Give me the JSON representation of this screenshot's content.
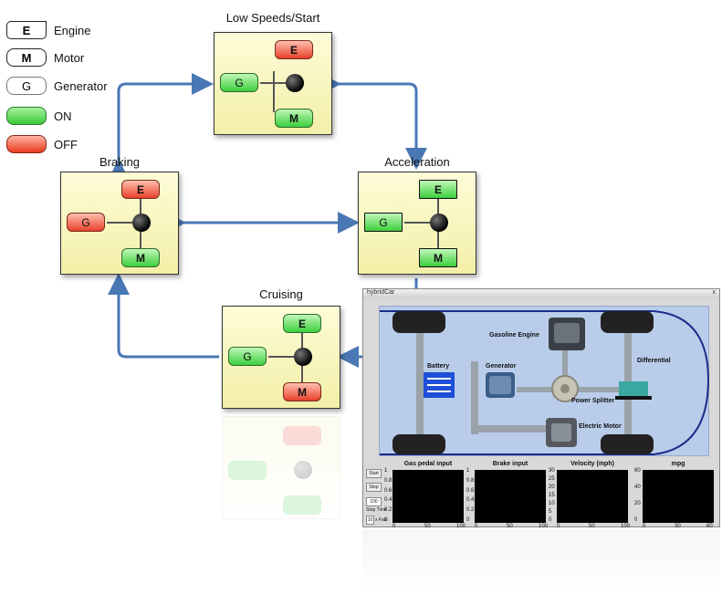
{
  "legend": [
    {
      "code": "E",
      "label": "Engine",
      "style": "plain"
    },
    {
      "code": "M",
      "label": "Motor",
      "style": "plain"
    },
    {
      "code": "G",
      "label": "Generator",
      "style": "plain"
    },
    {
      "code": "",
      "label": "ON",
      "style": "on"
    },
    {
      "code": "",
      "label": "OFF",
      "style": "off"
    }
  ],
  "states": {
    "low_speeds": {
      "title": "Low Speeds/Start",
      "engine": "E",
      "generator": "G",
      "motor": "M"
    },
    "braking": {
      "title": "Braking",
      "engine": "E",
      "generator": "G",
      "motor": "M"
    },
    "acceleration": {
      "title": "Acceleration",
      "engine": "E",
      "generator": "G",
      "motor": "M"
    },
    "cruising": {
      "title": "Cruising",
      "engine": "E",
      "generator": "G",
      "motor": "M"
    }
  },
  "colors": {
    "arrow": "#4a78b5",
    "on": "#3ccf3c",
    "off": "#e8402a",
    "panel": "#f6f2b4"
  },
  "simulator": {
    "window_title": "hybridCar",
    "close": "x",
    "components": {
      "engine": "Gasoline Engine",
      "battery": "Battery",
      "generator": "Generator",
      "differential": "Differential",
      "splitter": "Power Splitter",
      "motor": "Electric Motor"
    },
    "controls": {
      "start": "Start",
      "stop": "Stop",
      "stop_time_value": "100",
      "stop_time": "Stop Time",
      "speed_value": "10",
      "speed": "x Fast"
    },
    "plots": [
      {
        "label": "Gas pedal input",
        "yticks": [
          "1",
          "0.8",
          "0.6",
          "0.4",
          "0.2",
          "0"
        ],
        "xticks": [
          "0",
          "50",
          "100"
        ]
      },
      {
        "label": "Brake input",
        "yticks": [
          "1",
          "0.8",
          "0.6",
          "0.4",
          "0.2",
          "0"
        ],
        "xticks": [
          "0",
          "50",
          "100"
        ]
      },
      {
        "label": "Velocity (mph)",
        "yticks": [
          "30",
          "25",
          "20",
          "15",
          "10",
          "5",
          "0"
        ],
        "xticks": [
          "0",
          "50",
          "100"
        ]
      },
      {
        "label": "mpg",
        "yticks": [
          "60",
          "40",
          "20",
          "0"
        ],
        "xticks": [
          "0",
          "30",
          "60"
        ]
      }
    ]
  }
}
